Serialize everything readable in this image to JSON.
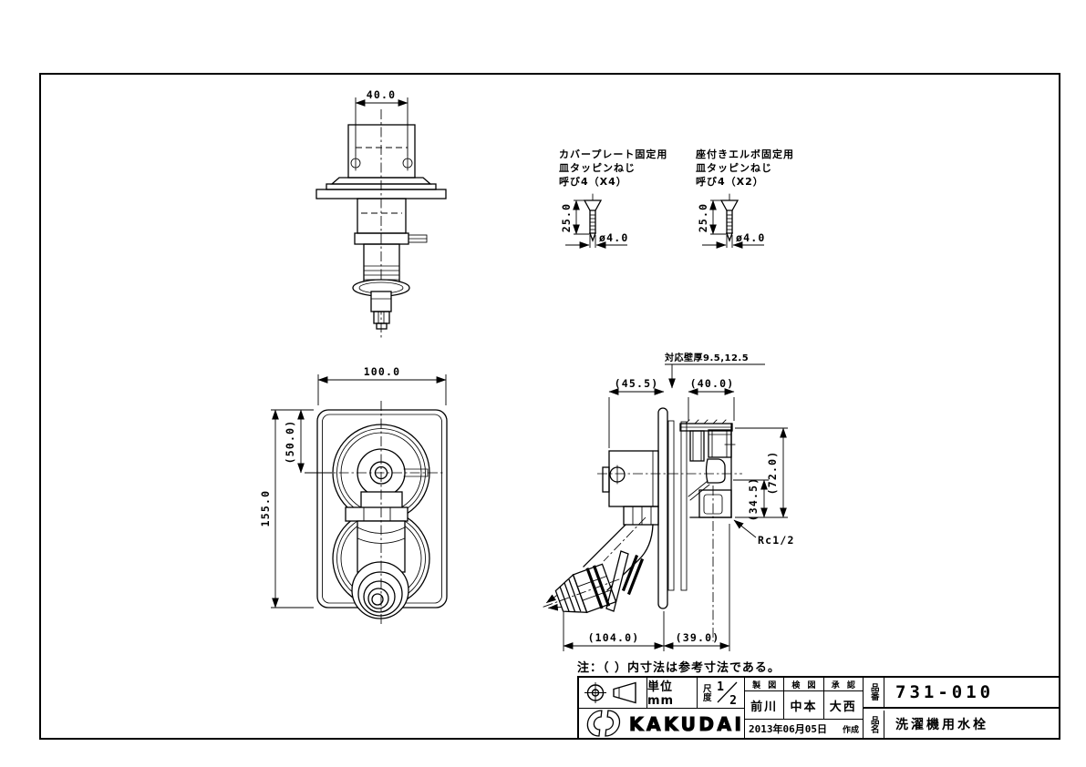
{
  "drawing": {
    "top_view": {
      "dim_width": "40.0"
    },
    "front_view": {
      "dim_width": "100.0",
      "dim_height": "155.0",
      "dim_handle_center": "(50.0)"
    },
    "side_view": {
      "wall_note": "対応壁厚9.5,12.5",
      "dim_front_depth": "(45.5)",
      "dim_rear_depth": "(40.0)",
      "dim_total_depth": "(104.0)",
      "dim_behind_wall": "(39.0)",
      "dim_height": "(72.0)",
      "dim_port_height": "(34.5)",
      "thread_label": "Rc1/2"
    },
    "screw_left": {
      "line1": "カバープレート固定用",
      "line2": "皿タッピンねじ",
      "line3": "呼び4（X4）",
      "dim_length": "25.0",
      "dim_diameter": "ø4.0"
    },
    "screw_right": {
      "line1": "座付きエルボ固定用",
      "line2": "皿タッピンねじ",
      "line3": "呼び4（X2）",
      "dim_length": "25.0",
      "dim_diameter": "ø4.0"
    },
    "note": "注：（ ）内寸法は参考寸法である。"
  },
  "title_block": {
    "unit_label": "単位mm",
    "scale_label": "尺度",
    "scale_numerator": "1",
    "scale_denominator": "2",
    "drafted_header": "製図",
    "checked_header": "検図",
    "approved_header": "承認",
    "drafted_name": "前川",
    "checked_name": "中本",
    "approved_name": "大西",
    "date": "2013年06月05日",
    "date_suffix": "作成",
    "part_no_label": "品番",
    "part_no": "731-010",
    "part_name_label": "品名",
    "part_name": "洗濯機用水栓",
    "brand": "KAKUDAI",
    "line_color": "#000000"
  }
}
